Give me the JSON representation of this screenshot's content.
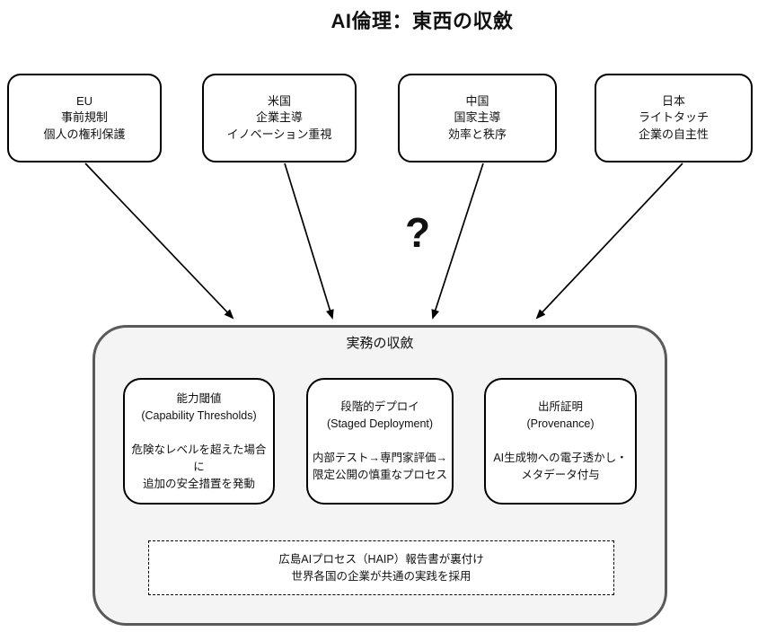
{
  "title": "AI倫理：東西の収斂",
  "uncertainty_mark": "?",
  "top_boxes": [
    {
      "id": "eu",
      "lines": [
        "EU",
        "事前規制",
        "個人の権利保護"
      ]
    },
    {
      "id": "usa",
      "lines": [
        "米国",
        "企業主導",
        "イノベーション重視"
      ]
    },
    {
      "id": "china",
      "lines": [
        "中国",
        "国家主導",
        "効率と秩序"
      ]
    },
    {
      "id": "japan",
      "lines": [
        "日本",
        "ライトタッチ",
        "企業の自主性"
      ]
    }
  ],
  "convergence": {
    "label": "実務の収斂",
    "practices": [
      {
        "title": "能力閾値",
        "subtitle": "(Capability Thresholds)",
        "body_lines": [
          "危険なレベルを超えた場合",
          "に",
          "追加の安全措置を発動"
        ]
      },
      {
        "title": "段階的デプロイ",
        "subtitle": "(Staged Deployment)",
        "body_lines": [
          "内部テスト→専門家評価→",
          "限定公開の慎重なプロセス"
        ]
      },
      {
        "title": "出所証明",
        "subtitle": "(Provenance)",
        "body_lines": [
          "AI生成物への電子透かし・",
          "メタデータ付与"
        ]
      }
    ],
    "footnote_lines": [
      "広島AIプロセス（HAIP）報告書が裏付け",
      "世界各国の企業が共通の実践を採用"
    ]
  },
  "colors": {
    "page_bg": "#ffffff",
    "node_border": "#000000",
    "container_fill": "#f4f4f4",
    "container_border": "#5a5a5a",
    "text_color": "#111111"
  }
}
